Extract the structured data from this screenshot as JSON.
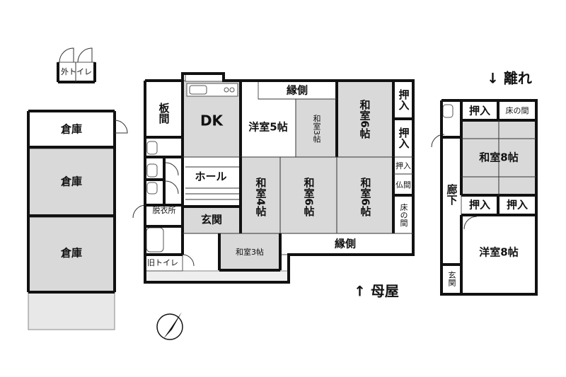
{
  "buildings": {
    "main_title": "↑ 母屋",
    "annex_title": "↓ 離れ"
  },
  "rooms": {
    "soto_toilet": "外トイレ",
    "souko1": "倉庫",
    "souko2": "倉庫",
    "souko3": "倉庫",
    "itama": "板間",
    "dk": "DK",
    "youshitsu5": "洋室5帖",
    "engawa_top": "縁側",
    "washitsu3_top": "和室3帖",
    "washitsu6_tr": "和室6帖",
    "oshiire1": "押入",
    "oshiire2": "押入",
    "oshiire_small": "押入",
    "butsuma": "仏間",
    "tokonoma_main": "床の間",
    "hall": "ホール",
    "washitsu4": "和室4帖",
    "washitsu6_mid": "和室6帖",
    "washitsu6_right": "和室6帖",
    "datsuijo": "脱衣所",
    "genkan": "玄関",
    "washitsu3_bottom": "和室3帖",
    "engawa_bottom": "縁側",
    "kyu_toilet": "旧トイレ",
    "annex_oshiire1": "押入",
    "annex_tokonoma": "床の間",
    "annex_washitsu8": "和室8帖",
    "annex_rouka": "廊下",
    "annex_oshiire2": "押入",
    "annex_oshiire3": "押入",
    "annex_youshitsu8": "洋室8帖",
    "annex_genkan": "玄関"
  }
}
